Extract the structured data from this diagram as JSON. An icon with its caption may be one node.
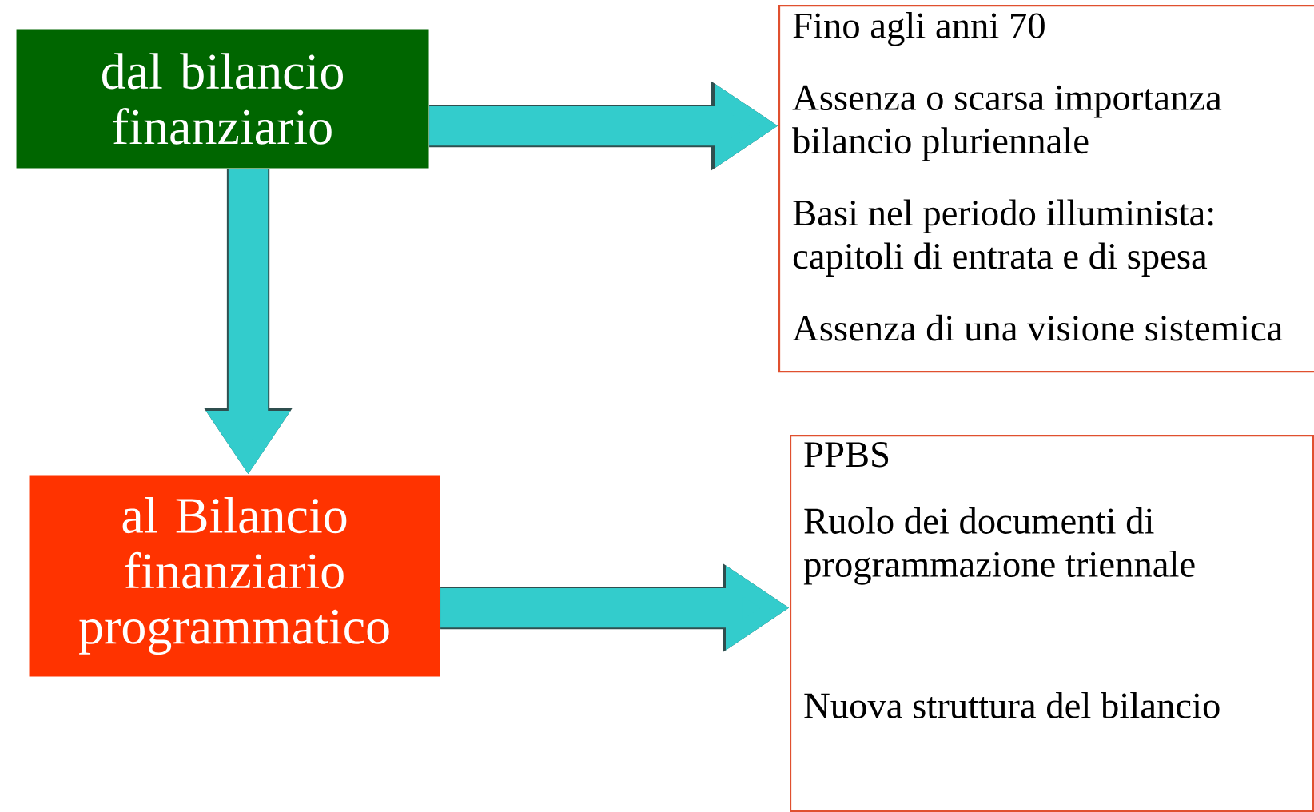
{
  "diagram": {
    "nodes": [
      {
        "text": [
          "dal bilancio finanziario"
        ]
      },
      {
        "text": [
          "Fino agli anni 70",
          "Assenza o scarsa importanza bilancio pluriennale",
          "Basi nel periodo illuminista: capitoli di entrata e di spesa",
          "Assenza di una visione sistemica"
        ]
      },
      {
        "text": [
          "al Bilancio finanziario programmatico"
        ]
      },
      {
        "text": [
          "PPBS",
          "Ruolo dei documenti di programmazione triennale",
          "Nuova struttura del bilancio"
        ]
      }
    ],
    "edges": [
      {
        "from": 0,
        "to": 1,
        "arrow": "to"
      },
      {
        "from": 0,
        "to": 2,
        "arrow": "to"
      },
      {
        "from": 2,
        "to": 3,
        "arrow": "to"
      }
    ]
  }
}
